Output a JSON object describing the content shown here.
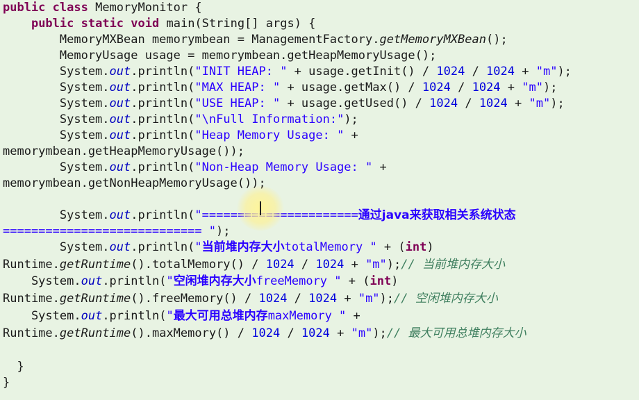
{
  "lines": [
    [
      [
        "kw",
        "public"
      ],
      [
        "pl",
        " "
      ],
      [
        "kw",
        "class"
      ],
      [
        "pl",
        " MemoryMonitor {"
      ]
    ],
    [
      [
        "pl",
        "    "
      ],
      [
        "kw",
        "public"
      ],
      [
        "pl",
        " "
      ],
      [
        "kw",
        "static"
      ],
      [
        "pl",
        " "
      ],
      [
        "kw",
        "void"
      ],
      [
        "pl",
        " main(String[] args) {"
      ]
    ],
    [
      [
        "pl",
        "        MemoryMXBean memorymbean = ManagementFactory."
      ],
      [
        "sm",
        "getMemoryMXBean"
      ],
      [
        "pl",
        "();"
      ]
    ],
    [
      [
        "pl",
        "        MemoryUsage usage = memorymbean.getHeapMemoryUsage();"
      ]
    ],
    [
      [
        "pl",
        "        System."
      ],
      [
        "fld",
        "out"
      ],
      [
        "pl",
        ".println("
      ],
      [
        "str",
        "\"INIT HEAP: \""
      ],
      [
        "pl",
        " + usage.getInit() / "
      ],
      [
        "num",
        "1024"
      ],
      [
        "pl",
        " / "
      ],
      [
        "num",
        "1024"
      ],
      [
        "pl",
        " + "
      ],
      [
        "str",
        "\"m\""
      ],
      [
        "pl",
        ");"
      ]
    ],
    [
      [
        "pl",
        "        System."
      ],
      [
        "fld",
        "out"
      ],
      [
        "pl",
        ".println("
      ],
      [
        "str",
        "\"MAX HEAP: \""
      ],
      [
        "pl",
        " + usage.getMax() / "
      ],
      [
        "num",
        "1024"
      ],
      [
        "pl",
        " / "
      ],
      [
        "num",
        "1024"
      ],
      [
        "pl",
        " + "
      ],
      [
        "str",
        "\"m\""
      ],
      [
        "pl",
        ");"
      ]
    ],
    [
      [
        "pl",
        "        System."
      ],
      [
        "fld",
        "out"
      ],
      [
        "pl",
        ".println("
      ],
      [
        "str",
        "\"USE HEAP: \""
      ],
      [
        "pl",
        " + usage.getUsed() / "
      ],
      [
        "num",
        "1024"
      ],
      [
        "pl",
        " / "
      ],
      [
        "num",
        "1024"
      ],
      [
        "pl",
        " + "
      ],
      [
        "str",
        "\"m\""
      ],
      [
        "pl",
        ");"
      ]
    ],
    [
      [
        "pl",
        "        System."
      ],
      [
        "fld",
        "out"
      ],
      [
        "pl",
        ".println("
      ],
      [
        "str",
        "\"\\nFull Information:\""
      ],
      [
        "pl",
        ");"
      ]
    ],
    [
      [
        "pl",
        "        System."
      ],
      [
        "fld",
        "out"
      ],
      [
        "pl",
        ".println("
      ],
      [
        "str",
        "\"Heap Memory Usage: \""
      ],
      [
        "pl",
        " +"
      ]
    ],
    [
      [
        "pl",
        "memorymbean.getHeapMemoryUsage());"
      ]
    ],
    [
      [
        "pl",
        "        System."
      ],
      [
        "fld",
        "out"
      ],
      [
        "pl",
        ".println("
      ],
      [
        "str",
        "\"Non-Heap Memory Usage: \""
      ],
      [
        "pl",
        " +"
      ]
    ],
    [
      [
        "pl",
        "memorymbean.getNonHeapMemoryUsage());"
      ]
    ],
    [],
    [
      [
        "pl",
        "        System."
      ],
      [
        "fld",
        "out"
      ],
      [
        "pl",
        ".println("
      ],
      [
        "str",
        "\"======================"
      ],
      [
        "strcn",
        "通过java来获取相关系统状态"
      ]
    ],
    [
      [
        "str",
        "============================ \""
      ],
      [
        "pl",
        ");"
      ]
    ],
    [
      [
        "pl",
        "        System."
      ],
      [
        "fld",
        "out"
      ],
      [
        "pl",
        ".println("
      ],
      [
        "str",
        "\""
      ],
      [
        "strcn",
        "当前堆内存大小"
      ],
      [
        "str",
        "totalMemory \""
      ],
      [
        "pl",
        " + ("
      ],
      [
        "kw",
        "int"
      ],
      [
        "pl",
        ")"
      ]
    ],
    [
      [
        "pl",
        "Runtime."
      ],
      [
        "sm",
        "getRuntime"
      ],
      [
        "pl",
        "().totalMemory() / "
      ],
      [
        "num",
        "1024"
      ],
      [
        "pl",
        " / "
      ],
      [
        "num",
        "1024"
      ],
      [
        "pl",
        " + "
      ],
      [
        "str",
        "\"m\""
      ],
      [
        "pl",
        ");"
      ],
      [
        "cm",
        "// "
      ],
      [
        "cmcn",
        "当前堆内存大小"
      ]
    ],
    [
      [
        "pl",
        "    System."
      ],
      [
        "fld",
        "out"
      ],
      [
        "pl",
        ".println("
      ],
      [
        "str",
        "\""
      ],
      [
        "strcn",
        "空闲堆内存大小"
      ],
      [
        "str",
        "freeMemory \""
      ],
      [
        "pl",
        " + ("
      ],
      [
        "kw",
        "int"
      ],
      [
        "pl",
        ")"
      ]
    ],
    [
      [
        "pl",
        "Runtime."
      ],
      [
        "sm",
        "getRuntime"
      ],
      [
        "pl",
        "().freeMemory() / "
      ],
      [
        "num",
        "1024"
      ],
      [
        "pl",
        " / "
      ],
      [
        "num",
        "1024"
      ],
      [
        "pl",
        " + "
      ],
      [
        "str",
        "\"m\""
      ],
      [
        "pl",
        ");"
      ],
      [
        "cm",
        "// "
      ],
      [
        "cmcn",
        "空闲堆内存大小"
      ]
    ],
    [
      [
        "pl",
        "    System."
      ],
      [
        "fld",
        "out"
      ],
      [
        "pl",
        ".println("
      ],
      [
        "str",
        "\""
      ],
      [
        "strcn",
        "最大可用总堆内存"
      ],
      [
        "str",
        "maxMemory \""
      ],
      [
        "pl",
        " +"
      ]
    ],
    [
      [
        "pl",
        "Runtime."
      ],
      [
        "sm",
        "getRuntime"
      ],
      [
        "pl",
        "().maxMemory() / "
      ],
      [
        "num",
        "1024"
      ],
      [
        "pl",
        " / "
      ],
      [
        "num",
        "1024"
      ],
      [
        "pl",
        " + "
      ],
      [
        "str",
        "\"m\""
      ],
      [
        "pl",
        ");"
      ],
      [
        "cm",
        "// "
      ],
      [
        "cmcn",
        "最大可用总堆内存大小"
      ]
    ],
    [],
    [
      [
        "pl",
        "  }"
      ]
    ],
    [
      [
        "pl",
        "}"
      ]
    ]
  ],
  "colors": {
    "background": "#e8f3e3",
    "keyword": "#7f0055",
    "string": "#2a00ff",
    "field": "#0000c0",
    "number": "#0000dd",
    "comment": "#3f7f5f"
  }
}
